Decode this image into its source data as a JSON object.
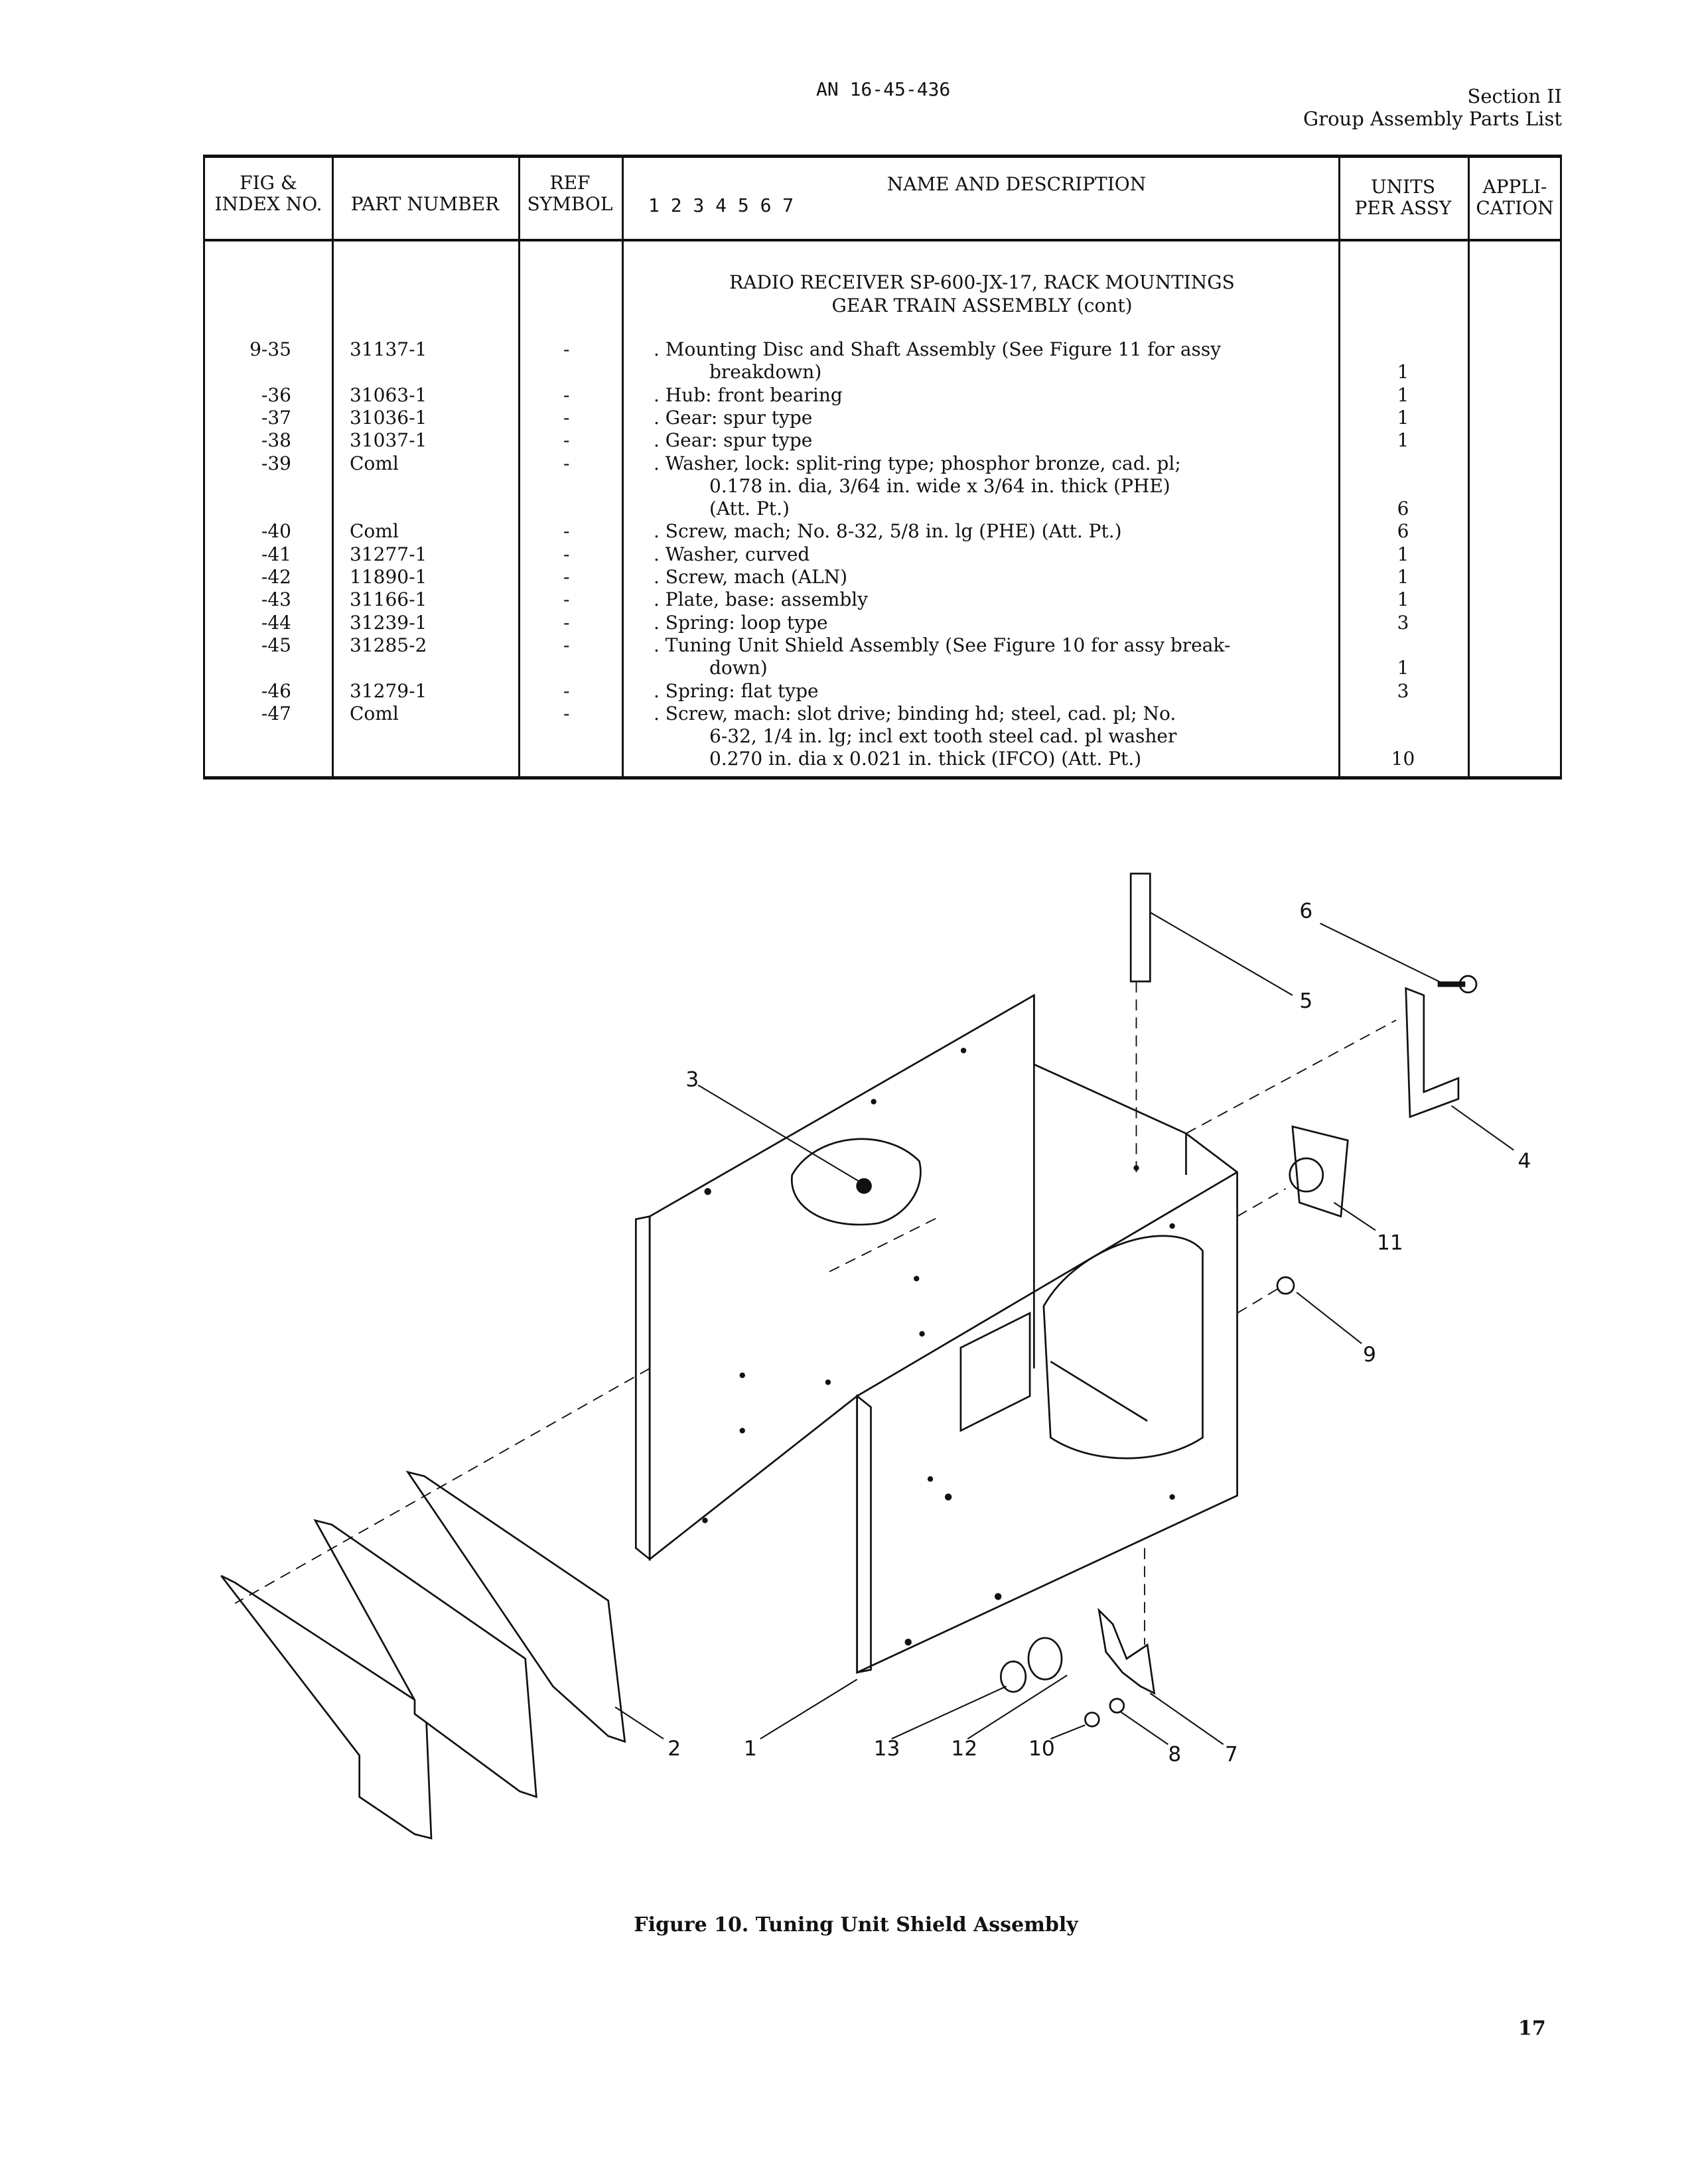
{
  "header": {
    "doc_id": "AN 16-45-436",
    "section": "Section II",
    "section_title": "Group Assembly Parts List"
  },
  "table": {
    "columns": {
      "fig_index_1": "FIG &",
      "fig_index_2": "INDEX NO.",
      "part_number": "PART NUMBER",
      "ref_1": "REF",
      "ref_2": "SYMBOL",
      "name_1": "NAME AND DESCRIPTION",
      "name_2": "1  2  3  4  5  6  7",
      "units_1": "UNITS",
      "units_2": "PER ASSY",
      "appl_1": "APPLI-",
      "appl_2": "CATION"
    },
    "group_title_1": "RADIO RECEIVER SP-600-JX-17, RACK MOUNTINGS",
    "group_title_2": "GEAR TRAIN ASSEMBLY (cont)",
    "rows": [
      {
        "index": "9-35",
        "part": "31137-1",
        "ref": "-",
        "desc": [
          ". Mounting Disc and Shaft Assembly (See Figure 11 for assy",
          "breakdown)"
        ],
        "units": "1"
      },
      {
        "index": "-36",
        "part": "31063-1",
        "ref": "-",
        "desc": [
          ". Hub:  front bearing"
        ],
        "units": "1"
      },
      {
        "index": "-37",
        "part": "31036-1",
        "ref": "-",
        "desc": [
          ". Gear:  spur type"
        ],
        "units": "1"
      },
      {
        "index": "-38",
        "part": "31037-1",
        "ref": "-",
        "desc": [
          ". Gear:  spur type"
        ],
        "units": "1"
      },
      {
        "index": "-39",
        "part": "Coml",
        "ref": "-",
        "desc": [
          ". Washer, lock:  split-ring type; phosphor bronze, cad. pl;",
          "0.178 in. dia, 3/64 in. wide x 3/64 in. thick (PHE)",
          "(Att. Pt.)"
        ],
        "units": "6"
      },
      {
        "index": "-40",
        "part": "Coml",
        "ref": "-",
        "desc": [
          ". Screw, mach; No. 8-32, 5/8 in. lg (PHE) (Att. Pt.)"
        ],
        "units": "6"
      },
      {
        "index": "-41",
        "part": "31277-1",
        "ref": "-",
        "desc": [
          ". Washer, curved"
        ],
        "units": "1"
      },
      {
        "index": "-42",
        "part": "11890-1",
        "ref": "-",
        "desc": [
          ". Screw, mach (ALN)"
        ],
        "units": "1"
      },
      {
        "index": "-43",
        "part": "31166-1",
        "ref": "-",
        "desc": [
          ". Plate, base:  assembly"
        ],
        "units": "1"
      },
      {
        "index": "-44",
        "part": "31239-1",
        "ref": "-",
        "desc": [
          ". Spring:  loop type"
        ],
        "units": "3"
      },
      {
        "index": "-45",
        "part": "31285-2",
        "ref": "-",
        "desc": [
          ". Tuning Unit Shield Assembly (See Figure 10 for assy break-",
          "down)"
        ],
        "units": "1"
      },
      {
        "index": "-46",
        "part": "31279-1",
        "ref": "-",
        "desc": [
          ". Spring:  flat type"
        ],
        "units": "3"
      },
      {
        "index": "-47",
        "part": "Coml",
        "ref": "-",
        "desc": [
          ". Screw, mach:  slot drive; binding hd; steel, cad. pl; No.",
          "6-32, 1/4 in. lg; incl ext tooth steel cad. pl washer",
          "0.270 in. dia x 0.021 in. thick (IFCO) (Att. Pt.)"
        ],
        "units": "10"
      }
    ]
  },
  "figure": {
    "callouts": {
      "c1": "1",
      "c2": "2",
      "c3": "3",
      "c4": "4",
      "c5": "5",
      "c6": "6",
      "c7": "7",
      "c8": "8",
      "c9": "9",
      "c10": "10",
      "c11": "11",
      "c12": "12",
      "c13": "13"
    },
    "caption": "Figure 10.  Tuning Unit Shield Assembly"
  },
  "page_number": "17"
}
